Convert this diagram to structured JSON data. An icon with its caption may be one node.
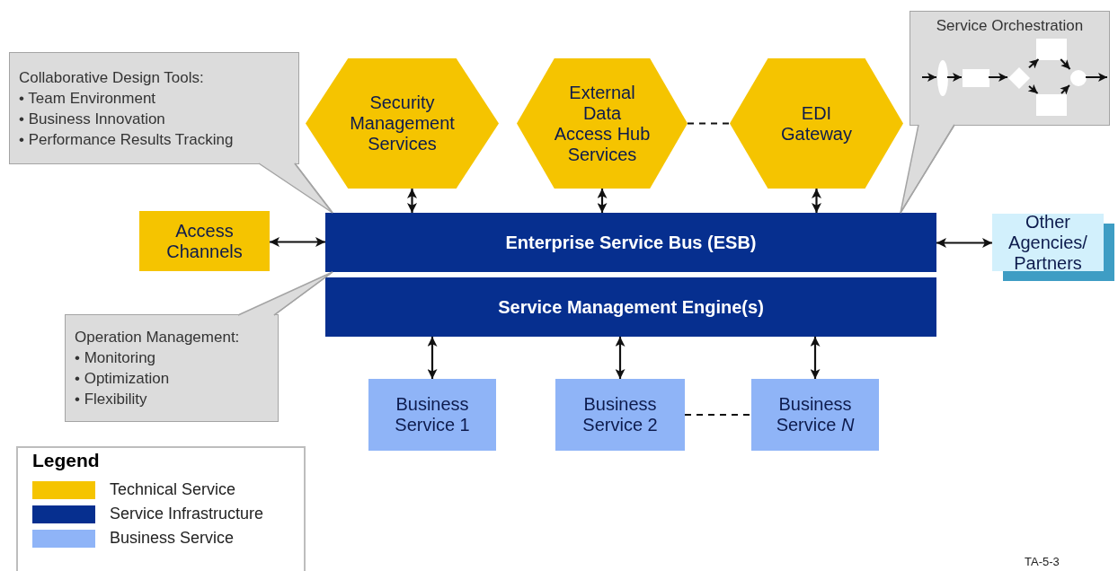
{
  "diagram": {
    "nodes": [
      {
        "text": [
          "Collaborative Design Tools:",
          "• Team Environment",
          "• Business Innovation",
          "• Performance Results Tracking"
        ]
      },
      {
        "text": [
          "Security Management Services"
        ]
      },
      {
        "text": [
          "External Data Access Hub Services"
        ]
      },
      {
        "text": [
          "EDI Gateway"
        ]
      },
      {
        "text": [
          "Service Orchestration"
        ]
      },
      {
        "text": [],
        "shape": "circle",
        "in": 4
      },
      {
        "text": [],
        "shape": "box",
        "in": 4
      },
      {
        "text": [],
        "shape": "diamond",
        "in": 4
      },
      {
        "text": [],
        "shape": "box",
        "in": 4
      },
      {
        "text": [],
        "shape": "box",
        "in": 4
      },
      {
        "text": [],
        "shape": "circle",
        "in": 4
      },
      {
        "text": [
          "Access Channels"
        ]
      },
      {
        "text": [
          "Enterprise Service Bus (ESB)"
        ]
      },
      {
        "text": [
          "Service Management Engine(s)"
        ]
      },
      {
        "text": [
          "Other Agencies/ Partners"
        ]
      },
      {
        "text": [
          "Operation Management:",
          "• Monitoring",
          "• Optimization",
          "• Flexibility"
        ]
      },
      {
        "text": [
          "Business Service 1"
        ]
      },
      {
        "text": [
          "Business Service 2"
        ]
      },
      {
        "text": [
          "Business Service *N*"
        ]
      }
    ],
    "edges": [
      {
        "from": 0,
        "to": 12,
        "arrow": "none",
        "color": "#a4a4a4"
      },
      {
        "from": 1,
        "to": 12,
        "arrow": "both"
      },
      {
        "from": 2,
        "to": 12,
        "arrow": "both"
      },
      {
        "from": 2,
        "to": 3,
        "arrow": "none",
        "style": "dashed"
      },
      {
        "from": 3,
        "to": 12,
        "arrow": "both"
      },
      {
        "from": 4,
        "to": 12,
        "arrow": "none",
        "color": "#a4a4a4"
      },
      {
        "from": null,
        "to": 5,
        "arrow": "to"
      },
      {
        "from": 5,
        "to": 6,
        "arrow": "to"
      },
      {
        "from": 6,
        "to": 7,
        "arrow": "to"
      },
      {
        "from": 7,
        "to": 8,
        "arrow": "to"
      },
      {
        "from": 7,
        "to": 9,
        "arrow": "to"
      },
      {
        "from": 8,
        "to": 10,
        "arrow": "to"
      },
      {
        "from": 9,
        "to": 10,
        "arrow": "to"
      },
      {
        "from": 10,
        "to": null,
        "arrow": "to"
      },
      {
        "from": 11,
        "to": 12,
        "arrow": "both"
      },
      {
        "from": 12,
        "to": 14,
        "arrow": "both"
      },
      {
        "from": 15,
        "to": 12,
        "arrow": "none",
        "color": "#a4a4a4"
      },
      {
        "from": 13,
        "to": 16,
        "arrow": "both"
      },
      {
        "from": 13,
        "to": 17,
        "arrow": "both"
      },
      {
        "from": 13,
        "to": 18,
        "arrow": "both"
      },
      {
        "from": 17,
        "to": 18,
        "arrow": "none",
        "style": "dashed"
      }
    ],
    "labels": [
      "Legend",
      "TA-5-3"
    ],
    "legend": [
      {
        "text": "Technical Service",
        "color": "#f5c400"
      },
      {
        "text": "Service Infrastructure",
        "color": "#062f8f"
      },
      {
        "text": "Business Service",
        "color": "#8fb4f7"
      }
    ]
  }
}
